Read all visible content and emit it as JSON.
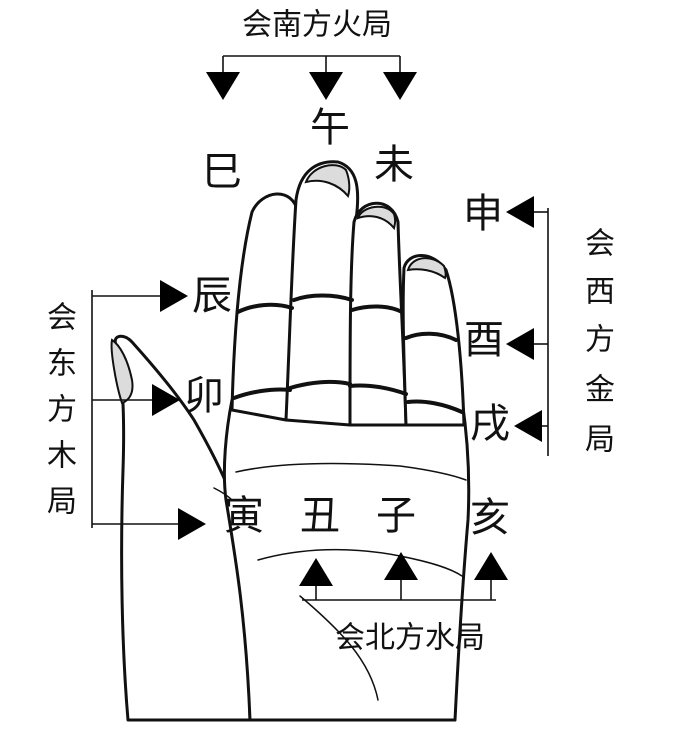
{
  "groups": {
    "south": {
      "label": "会南方火局",
      "branches": [
        "巳",
        "午",
        "未"
      ]
    },
    "east": {
      "label": "会东方木局",
      "branches": [
        "辰",
        "卯",
        "寅"
      ]
    },
    "west": {
      "label": "会西方金局",
      "branches": [
        "申",
        "酉",
        "戌"
      ]
    },
    "north": {
      "label": "会北方水局",
      "branches": [
        "亥",
        "子",
        "丑"
      ]
    }
  },
  "palm_row": [
    "寅",
    "丑",
    "子",
    "亥"
  ]
}
